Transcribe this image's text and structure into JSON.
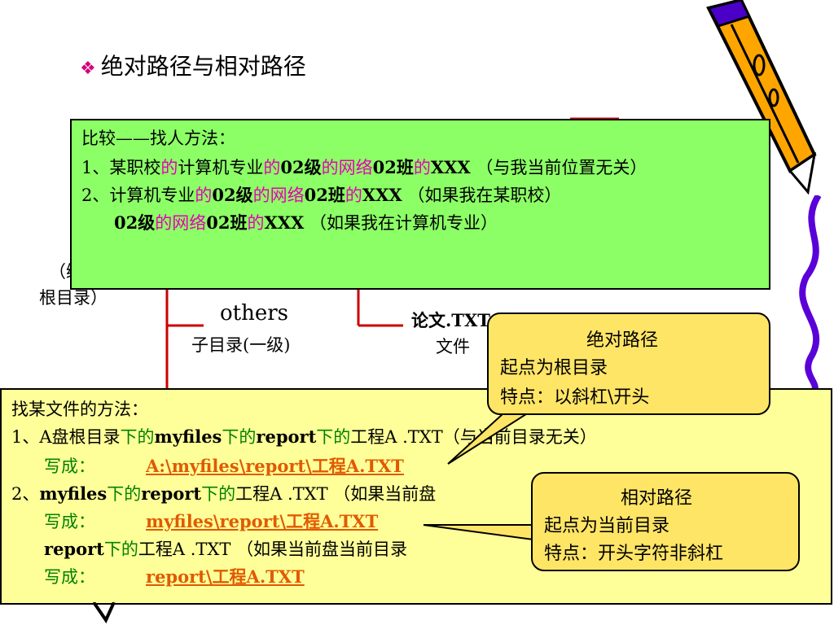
{
  "title": "绝对路径与相对路径",
  "bullet": "❖",
  "tree": {
    "others_label": "others",
    "others_sub": "子目录(一级)",
    "paper_label": "论文.TXT",
    "paper_sub": "文件",
    "root_frag1": "（绑",
    "root_frag2": "根目录）"
  },
  "green_box": {
    "heading": "比较——找人方法：",
    "line1": {
      "n": "1、某职校",
      "a": "的",
      "b": "计算机专业",
      "c": "的",
      "d": "02级",
      "e": "的网络",
      "f": "02班",
      "g": "的",
      "h": "XXX",
      "i": "（与我当前位置无关）"
    },
    "line2": {
      "n": "2、计算机专业",
      "a": "的",
      "b": "02级",
      "c": "的网络",
      "d": "02班",
      "e": "的",
      "f": "XXX",
      "g": "（如果我在某职校）"
    },
    "line3": {
      "a": "02级",
      "b": "的网络",
      "c": "02班",
      "d": "的",
      "e": "XXX",
      "f": "（如果我在计算机专业）"
    }
  },
  "yellow_box": {
    "heading": "找某文件的方法：",
    "l1": {
      "n": "1、A盘根目录",
      "a": "下的",
      "b": "myfiles",
      "c": "下的",
      "d": "report",
      "e": "下的",
      "f": "工程A .TXT",
      "g": "（与当前目录无关）"
    },
    "w1": {
      "label": "写成：",
      "path": "A:\\myfiles\\report\\工程A.TXT"
    },
    "l2": {
      "n": "2、",
      "a": "myfiles",
      "b": "下的",
      "c": "report",
      "d": "下的",
      "e": "工程A .TXT",
      "f": "（如果当前盘"
    },
    "w2": {
      "label": "写成：",
      "path": "myfiles\\report\\工程A.TXT"
    },
    "l3": {
      "a": "report",
      "b": "下的",
      "c": "工程A .TXT",
      "d": "（如果当前盘当前目录"
    },
    "w3": {
      "label": "写成：",
      "path": "report\\工程A.TXT"
    }
  },
  "callout_abs": {
    "title": "绝对路径",
    "l1": "起点为根目录",
    "l2": "特点：以斜杠\\开头"
  },
  "callout_rel": {
    "title": "相对路径",
    "l1": "起点为当前目录",
    "l2": "特点：开头字符非斜杠"
  },
  "colors": {
    "green_box": "#8cff66",
    "yellow_box": "#ffff99",
    "callout": "#ffe566",
    "pink_text": "#e600b4",
    "green_text": "#008000",
    "red_line": "#cc0000"
  }
}
